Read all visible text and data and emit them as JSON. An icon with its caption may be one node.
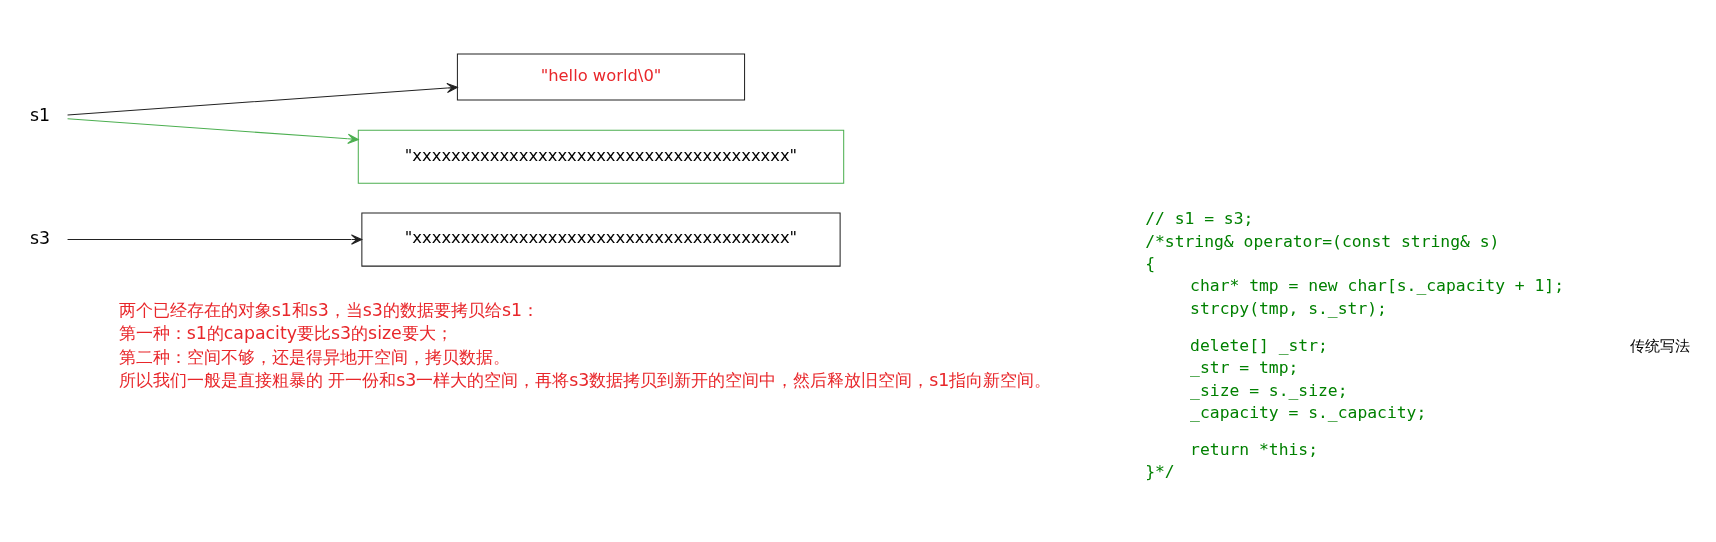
{
  "diagram": {
    "nodes": [
      {
        "text": [
          "s1"
        ]
      },
      {
        "text": [
          "\"hello world\\0\""
        ]
      },
      {
        "text": [
          "\"xxxxxxxxxxxxxxxxxxxxxxxxxxxxxxxxxxxxxxx\""
        ]
      },
      {
        "text": [
          "s3"
        ]
      },
      {
        "text": [
          "\"xxxxxxxxxxxxxxxxxxxxxxxxxxxxxxxxxxxxxxx\""
        ]
      }
    ],
    "edges": [
      {
        "from": 0,
        "to": 1,
        "arrow": "to"
      },
      {
        "from": 0,
        "to": 2,
        "arrow": "to",
        "color": "#4caf50"
      },
      {
        "from": 3,
        "to": 4,
        "arrow": "to"
      }
    ],
    "labels": [
      "// s1 = s3;",
      "/*string& operator=(const string& s)",
      "{",
      "char* tmp = new char[s._capacity + 1];",
      "strcpy(tmp, s._str);",
      "delete[] _str;",
      "_str = tmp;",
      "_size = s._size;",
      "_capacity = s._capacity;",
      "return *this;",
      "}*/",
      "传统写法",
      "两个已经存在的对象s1和s3，当s3的数据要拷贝给s1：",
      "第一种：s1的capacity要比s3的size要大；",
      "第二种：空间不够，还是得异地开空间，拷贝数据。",
      "所以我们一般是直接粗暴的 开一份和s3一样大的空间，再将s3数据拷贝到新开的空间中，然后释放旧空间，s1指向新空间。"
    ]
  }
}
